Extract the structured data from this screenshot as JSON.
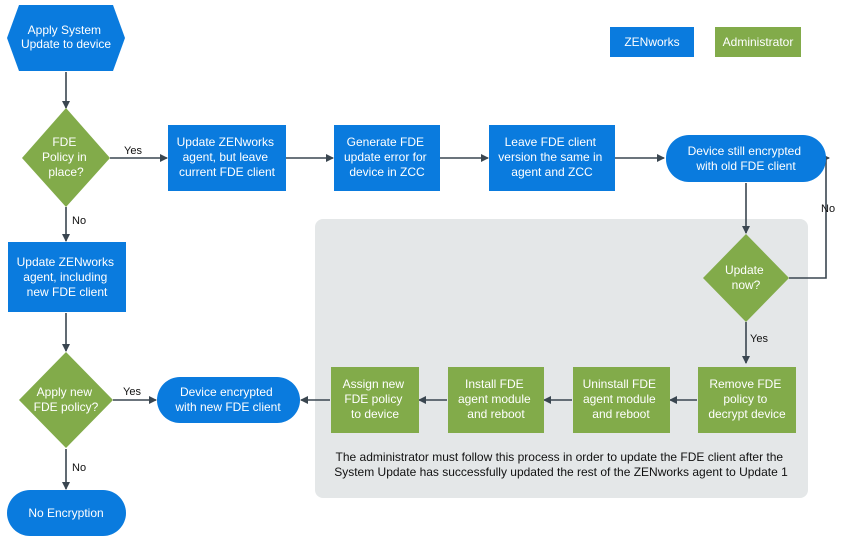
{
  "colors": {
    "zenworks": "#0a7bde",
    "administrator": "#82ab4a",
    "admin_region": "#e4e7e8",
    "connector": "#3a4650"
  },
  "legend": {
    "zenworks": "ZENworks",
    "administrator": "Administrator"
  },
  "nodes": {
    "start": [
      "Apply System",
      "Update to device"
    ],
    "fde_policy_decision": [
      "FDE",
      "Policy in",
      "place?"
    ],
    "update_agent_leave_client": [
      "Update ZENworks",
      "agent, but leave",
      "current FDE client"
    ],
    "generate_error": [
      "Generate FDE",
      "update error for",
      "device in ZCC"
    ],
    "leave_client_version": [
      "Leave FDE client",
      "version the same in",
      "agent and ZCC"
    ],
    "still_encrypted": [
      "Device still encrypted",
      "with old FDE client"
    ],
    "update_now_decision": [
      "Update",
      "now?"
    ],
    "update_agent_including_client": [
      "Update ZENworks",
      "agent, including",
      "new FDE client"
    ],
    "apply_new_policy_decision": [
      "Apply new",
      "FDE policy?"
    ],
    "device_encrypted_new": [
      "Device encrypted",
      "with new FDE client"
    ],
    "no_encryption": [
      "No Encryption"
    ],
    "remove_fde_policy": [
      "Remove FDE",
      "policy to",
      "decrypt device"
    ],
    "uninstall_agent_module": [
      "Uninstall FDE",
      "agent module",
      "and reboot"
    ],
    "install_agent_module": [
      "Install FDE",
      "agent module",
      "and reboot"
    ],
    "assign_new_policy": [
      "Assign new",
      "FDE policy",
      "to device"
    ]
  },
  "edge_labels": {
    "fde_yes": "Yes",
    "fde_no": "No",
    "update_now_no": "No",
    "update_now_yes": "Yes",
    "apply_yes": "Yes",
    "apply_no": "No"
  },
  "note": [
    "The administrator must follow this process in order to update the FDE client after the",
    "System Update has successfully updated the rest of the ZENworks agent to Update 1"
  ]
}
